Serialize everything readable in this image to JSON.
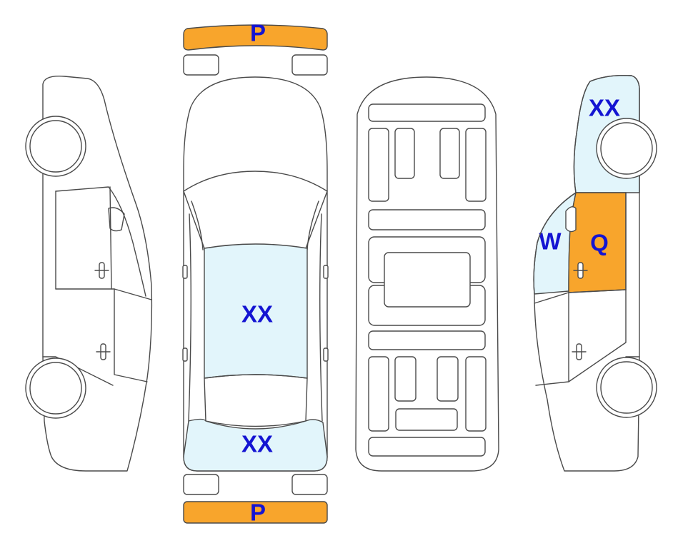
{
  "colors": {
    "light_blue": "#e2f5fb",
    "orange": "#f8a52c",
    "label": "#1414d2",
    "outline": "#4a4a4a"
  },
  "views": [
    "left-side",
    "top",
    "underbody",
    "right-side"
  ],
  "zones": {
    "front_bumper": {
      "code": "P",
      "fill": "orange"
    },
    "rear_bumper": {
      "code": "P",
      "fill": "orange"
    },
    "hood": {
      "code": "XX",
      "fill": "light_blue"
    },
    "trunk_lid": {
      "code": "XX",
      "fill": "light_blue"
    },
    "right_front_fender": {
      "code": "XX",
      "fill": "light_blue"
    },
    "right_a_pillar": {
      "code": "W",
      "fill": "light_blue"
    },
    "right_front_door": {
      "code": "Q",
      "fill": "orange"
    }
  }
}
